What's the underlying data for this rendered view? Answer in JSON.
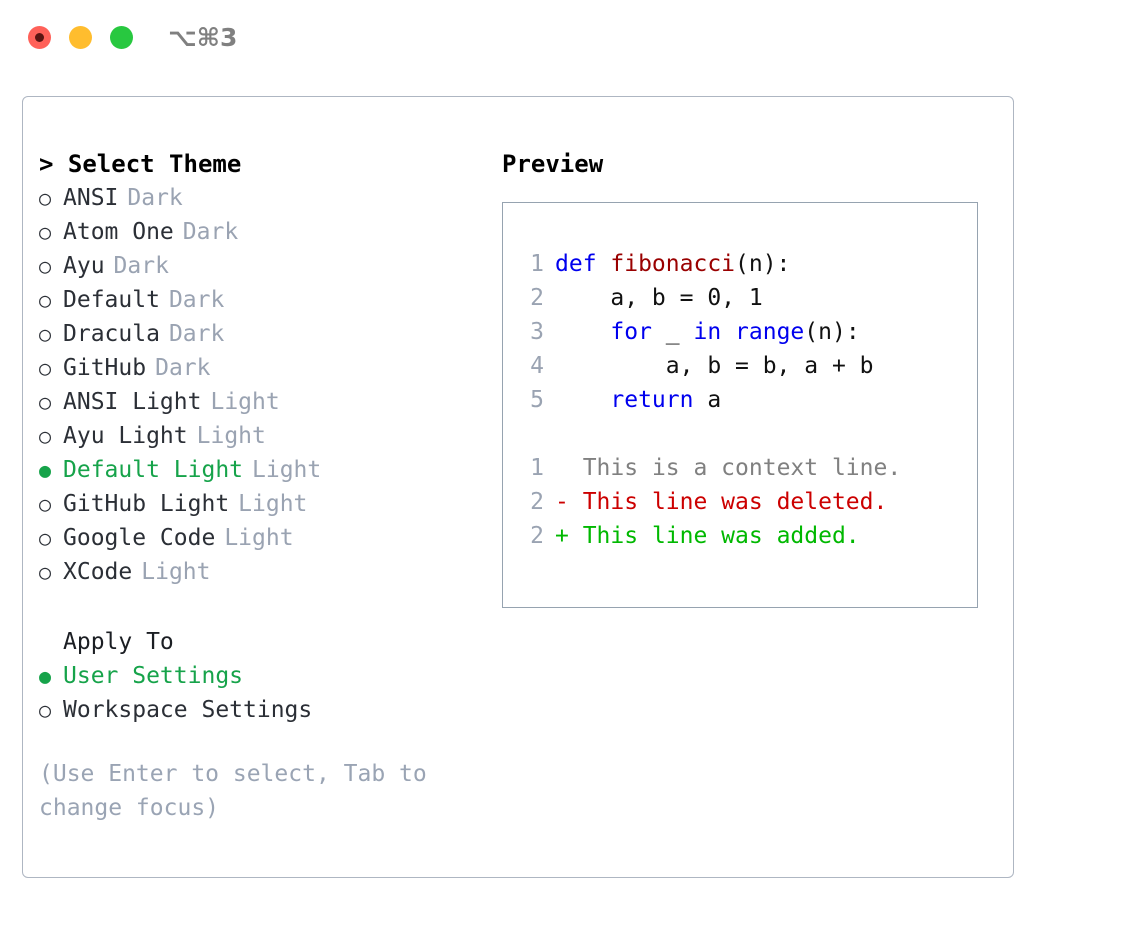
{
  "window": {
    "shortcut_label": "⌥⌘3",
    "traffic_lights": [
      "close",
      "minimize",
      "zoom"
    ]
  },
  "theme_selector": {
    "header": "> Select Theme",
    "items": [
      {
        "marker": "○",
        "name": "ANSI",
        "category": "Dark",
        "selected": false
      },
      {
        "marker": "○",
        "name": "Atom One",
        "category": "Dark",
        "selected": false
      },
      {
        "marker": "○",
        "name": "Ayu",
        "category": "Dark",
        "selected": false
      },
      {
        "marker": "○",
        "name": "Default",
        "category": "Dark",
        "selected": false
      },
      {
        "marker": "○",
        "name": "Dracula",
        "category": "Dark",
        "selected": false
      },
      {
        "marker": "○",
        "name": "GitHub",
        "category": "Dark",
        "selected": false
      },
      {
        "marker": "○",
        "name": "ANSI Light",
        "category": "Light",
        "selected": false
      },
      {
        "marker": "○",
        "name": "Ayu Light",
        "category": "Light",
        "selected": false
      },
      {
        "marker": "●",
        "name": "Default Light",
        "category": "Light",
        "selected": true
      },
      {
        "marker": "○",
        "name": "GitHub Light",
        "category": "Light",
        "selected": false
      },
      {
        "marker": "○",
        "name": "Google Code",
        "category": "Light",
        "selected": false
      },
      {
        "marker": "○",
        "name": "XCode",
        "category": "Light",
        "selected": false
      }
    ]
  },
  "apply_to": {
    "header": "Apply To",
    "items": [
      {
        "marker": "●",
        "name": "User Settings",
        "selected": true
      },
      {
        "marker": "○",
        "name": "Workspace Settings",
        "selected": false
      }
    ]
  },
  "hint": "(Use Enter to select, Tab to change focus)",
  "preview": {
    "title": "Preview",
    "code_lines": [
      {
        "no": "1",
        "tokens": [
          {
            "t": "def ",
            "c": "kw"
          },
          {
            "t": "fibonacci",
            "c": "fn"
          },
          {
            "t": "(n):",
            "c": "pl"
          }
        ]
      },
      {
        "no": "2",
        "tokens": [
          {
            "t": "    a, b = 0, 1",
            "c": "pl"
          }
        ]
      },
      {
        "no": "3",
        "tokens": [
          {
            "t": "    ",
            "c": "pl"
          },
          {
            "t": "for",
            "c": "kw"
          },
          {
            "t": " _ ",
            "c": "pl"
          },
          {
            "t": "in",
            "c": "kw"
          },
          {
            "t": " ",
            "c": "pl"
          },
          {
            "t": "range",
            "c": "kw"
          },
          {
            "t": "(n):",
            "c": "pl"
          }
        ]
      },
      {
        "no": "4",
        "tokens": [
          {
            "t": "        a, b = b, a + b",
            "c": "pl"
          }
        ]
      },
      {
        "no": "5",
        "tokens": [
          {
            "t": "    ",
            "c": "pl"
          },
          {
            "t": "return",
            "c": "kw"
          },
          {
            "t": " a",
            "c": "pl"
          }
        ]
      }
    ],
    "diff_lines": [
      {
        "no": "1",
        "prefix": "  ",
        "text": "This is a context line.",
        "kind": "ctx"
      },
      {
        "no": "2",
        "prefix": "- ",
        "text": "This line was deleted.",
        "kind": "del"
      },
      {
        "no": "2",
        "prefix": "+ ",
        "text": "This line was added.",
        "kind": "add"
      }
    ]
  },
  "colors": {
    "selected_green": "#16a34a",
    "muted_gray": "#9aa3b2",
    "keyword_blue": "#0000ee",
    "function_red": "#990000",
    "diff_add_green": "#00b800",
    "diff_del_red": "#cc0000",
    "panel_border": "#aeb6c2"
  }
}
